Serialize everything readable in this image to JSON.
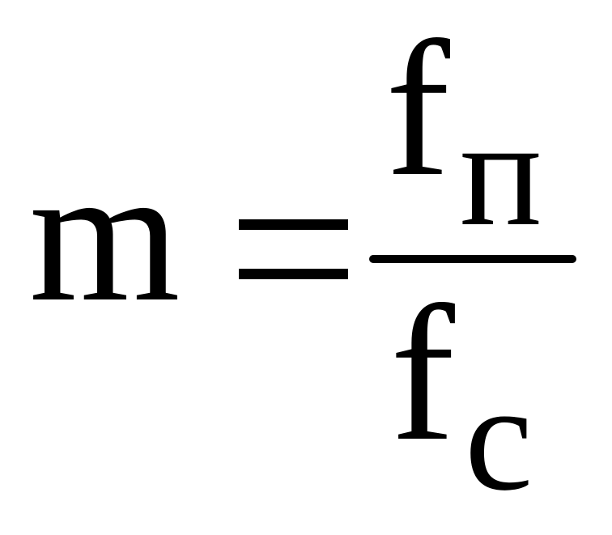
{
  "formula": {
    "lhs": "m",
    "equals": "=",
    "numerator": {
      "base": "f",
      "subscript": "п"
    },
    "denominator": {
      "base": "f",
      "subscript": "с"
    }
  }
}
